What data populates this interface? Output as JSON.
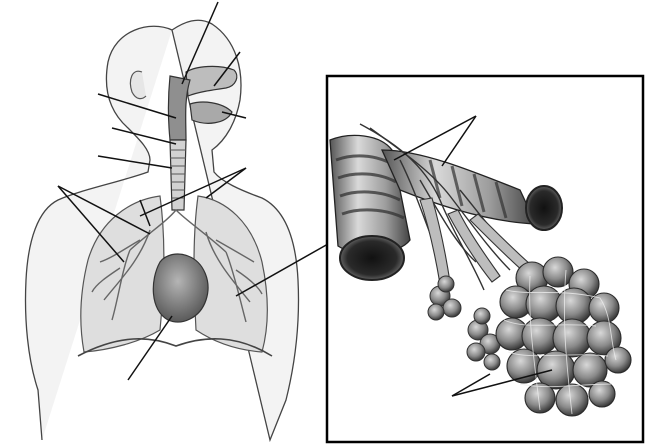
{
  "figure": {
    "subject": "respiratory-system-unlabeled-worksheet",
    "panels": [
      "torso-anatomy",
      "alveoli-inset"
    ],
    "labels_present": false,
    "colors": {
      "background": "#ffffff",
      "line": "#1a1a1a",
      "skin_fill": "#f2f2f2",
      "lung_fill": "#dcdcdc",
      "airway_fill": "#cfcfcf",
      "heart_fill": "#9a9a9a",
      "alveoli_fill": "#8c8c8c",
      "inset_border": "#000000"
    }
  }
}
